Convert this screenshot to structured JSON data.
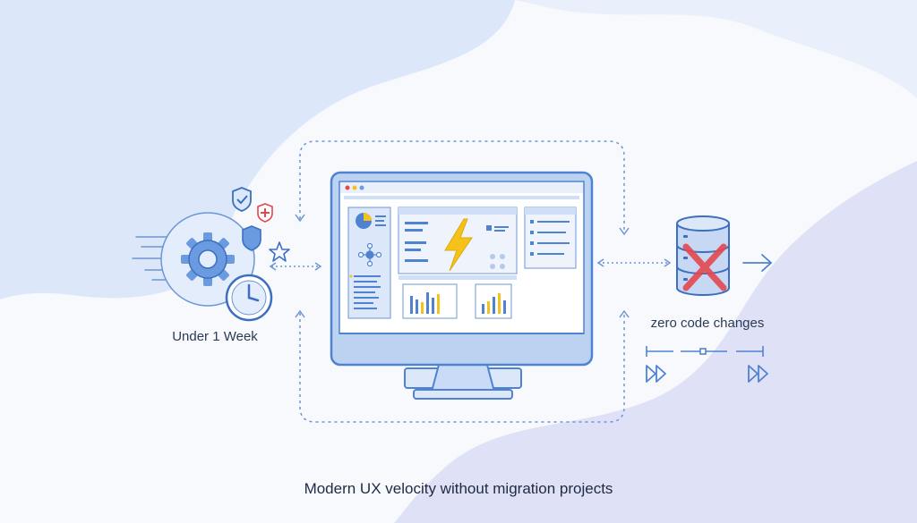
{
  "left_group": {
    "caption": "Under 1 Week"
  },
  "right_group": {
    "caption": "zero code changes"
  },
  "footer": {
    "caption": "Modern UX velocity without migration projects"
  },
  "colors": {
    "primary_blue": "#4f83d1",
    "light_blue": "#dce8fa",
    "lavender": "#dcdff5",
    "bolt_yellow": "#f5c21b",
    "red_accent": "#e4474e"
  },
  "icons": [
    "gear-icon",
    "clock-icon",
    "shield-check-icon",
    "shield-plus-icon",
    "star-icon",
    "monitor-icon",
    "lightning-icon",
    "pie-chart-icon",
    "database-icon",
    "cross-icon",
    "arrow-right-icon",
    "fast-forward-icon"
  ]
}
